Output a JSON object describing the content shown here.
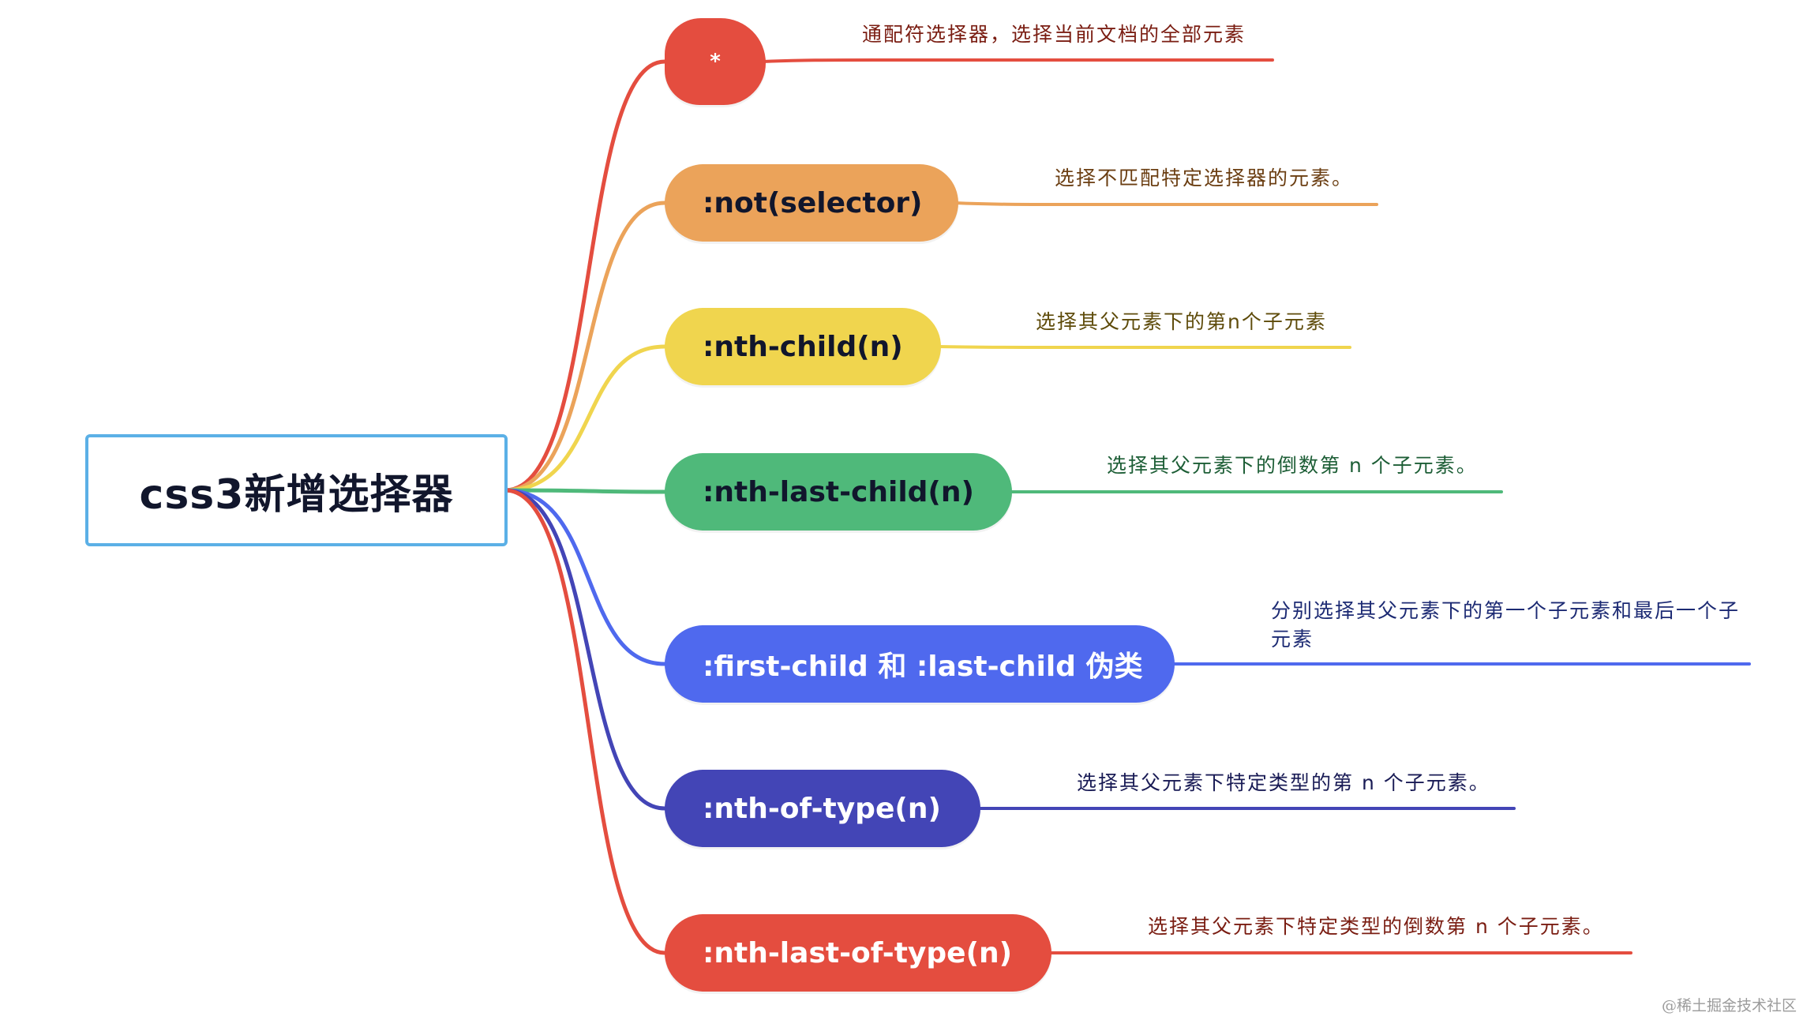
{
  "root": {
    "label": "css3新增选择器",
    "color": "#5bb0e6"
  },
  "branches": [
    {
      "label": "*",
      "description": "通配符选择器，选择当前文档的全部元素",
      "color": "#e44d3f",
      "text_color": "#ffffff",
      "desc_color": "#7a1d12"
    },
    {
      "label": ":not(selector)",
      "description": "选择不匹配特定选择器的元素。",
      "color": "#eba35a",
      "text_color": "#11162c",
      "desc_color": "#6b3e12"
    },
    {
      "label": ":nth-child(n)",
      "description": "选择其父元素下的第n个子元素",
      "color": "#f0d54e",
      "text_color": "#11162c",
      "desc_color": "#5e4b0a"
    },
    {
      "label": ":nth-last-child(n)",
      "description": "选择其父元素下的倒数第 n 个子元素。",
      "color": "#4fb97a",
      "text_color": "#11162c",
      "desc_color": "#1d5e36"
    },
    {
      "label": ":first-child 和 :last-child 伪类",
      "description": "分别选择其父元素下的第一个子元素和最后一个子元素",
      "color": "#4f69ee",
      "text_color": "#ffffff",
      "desc_color": "#1c2a73"
    },
    {
      "label": ":nth-of-type(n)",
      "description": "选择其父元素下特定类型的第 n 个子元素。",
      "color": "#4345b6",
      "text_color": "#ffffff",
      "desc_color": "#191b55"
    },
    {
      "label": ":nth-last-of-type(n)",
      "description": "选择其父元素下特定类型的倒数第 n 个子元素。",
      "color": "#e44d3f",
      "text_color": "#ffffff",
      "desc_color": "#7a1d12"
    }
  ],
  "watermark": "@稀土掘金技术社区"
}
